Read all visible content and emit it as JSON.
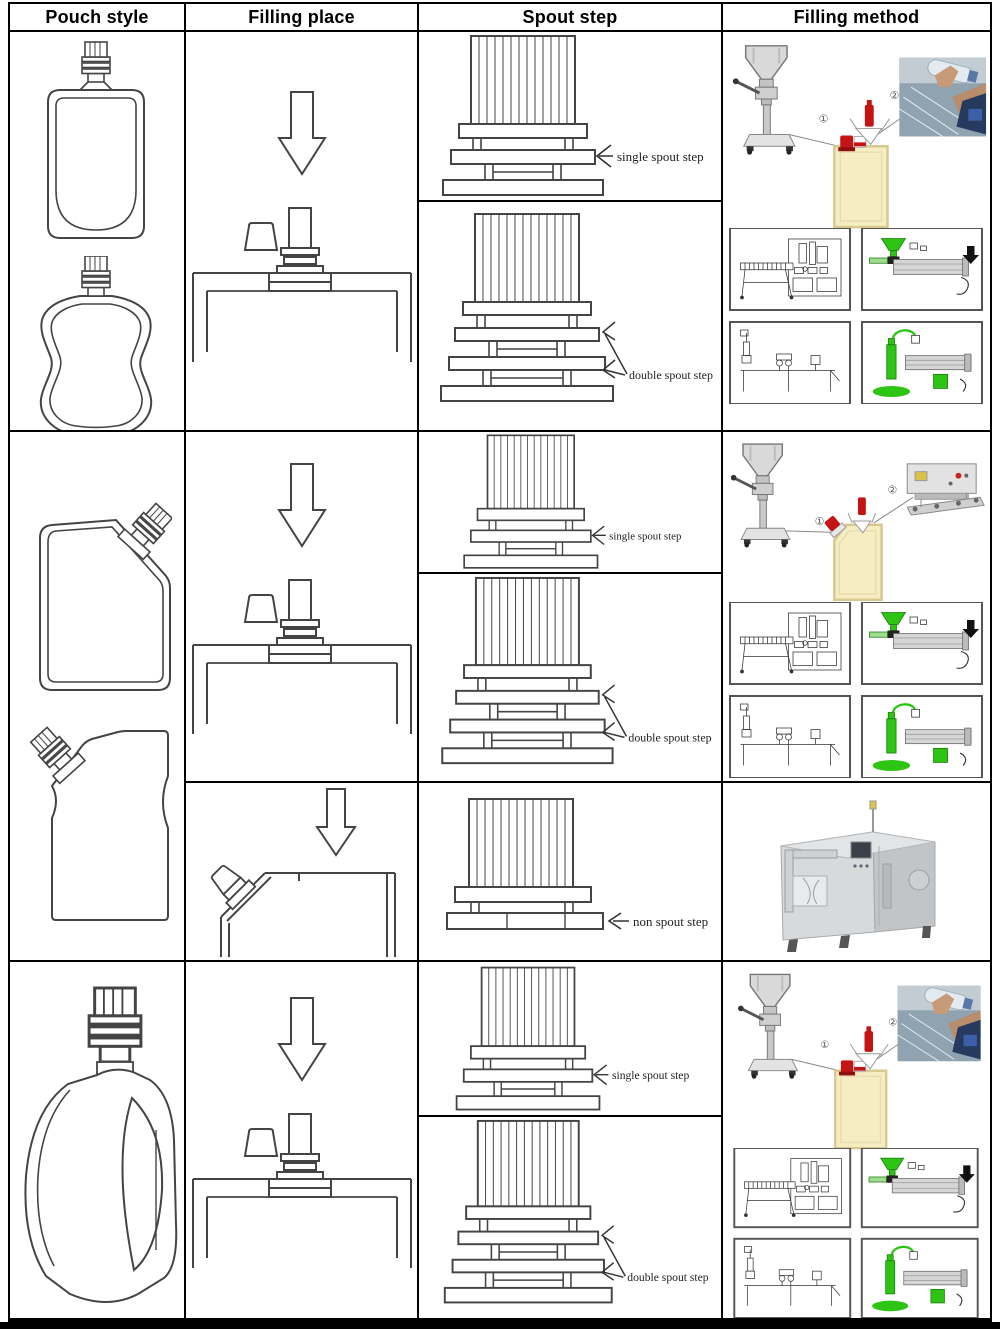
{
  "header": {
    "columns": [
      "Pouch style",
      "Filling place",
      "Spout step",
      "Filling method"
    ]
  },
  "spout_steps": {
    "single": "single spout step",
    "double": "double spout step",
    "non": "non spout step"
  },
  "filling_method": {
    "step1_marker": "①",
    "step2_marker": "②"
  },
  "icons": {
    "down_arrow": "outline-down-arrow",
    "left_arrow": "outline-left-arrow"
  },
  "colors": {
    "grid_border": "#000000",
    "line_art": "#444444",
    "pouch_fill": "#f6eec2",
    "pouch_edge": "#d8c88e",
    "spout_red": "#c41414",
    "machine_green": "#2ec414",
    "frame_gray": "#555555",
    "photo_blue_gray": "#8fa3b0"
  }
}
